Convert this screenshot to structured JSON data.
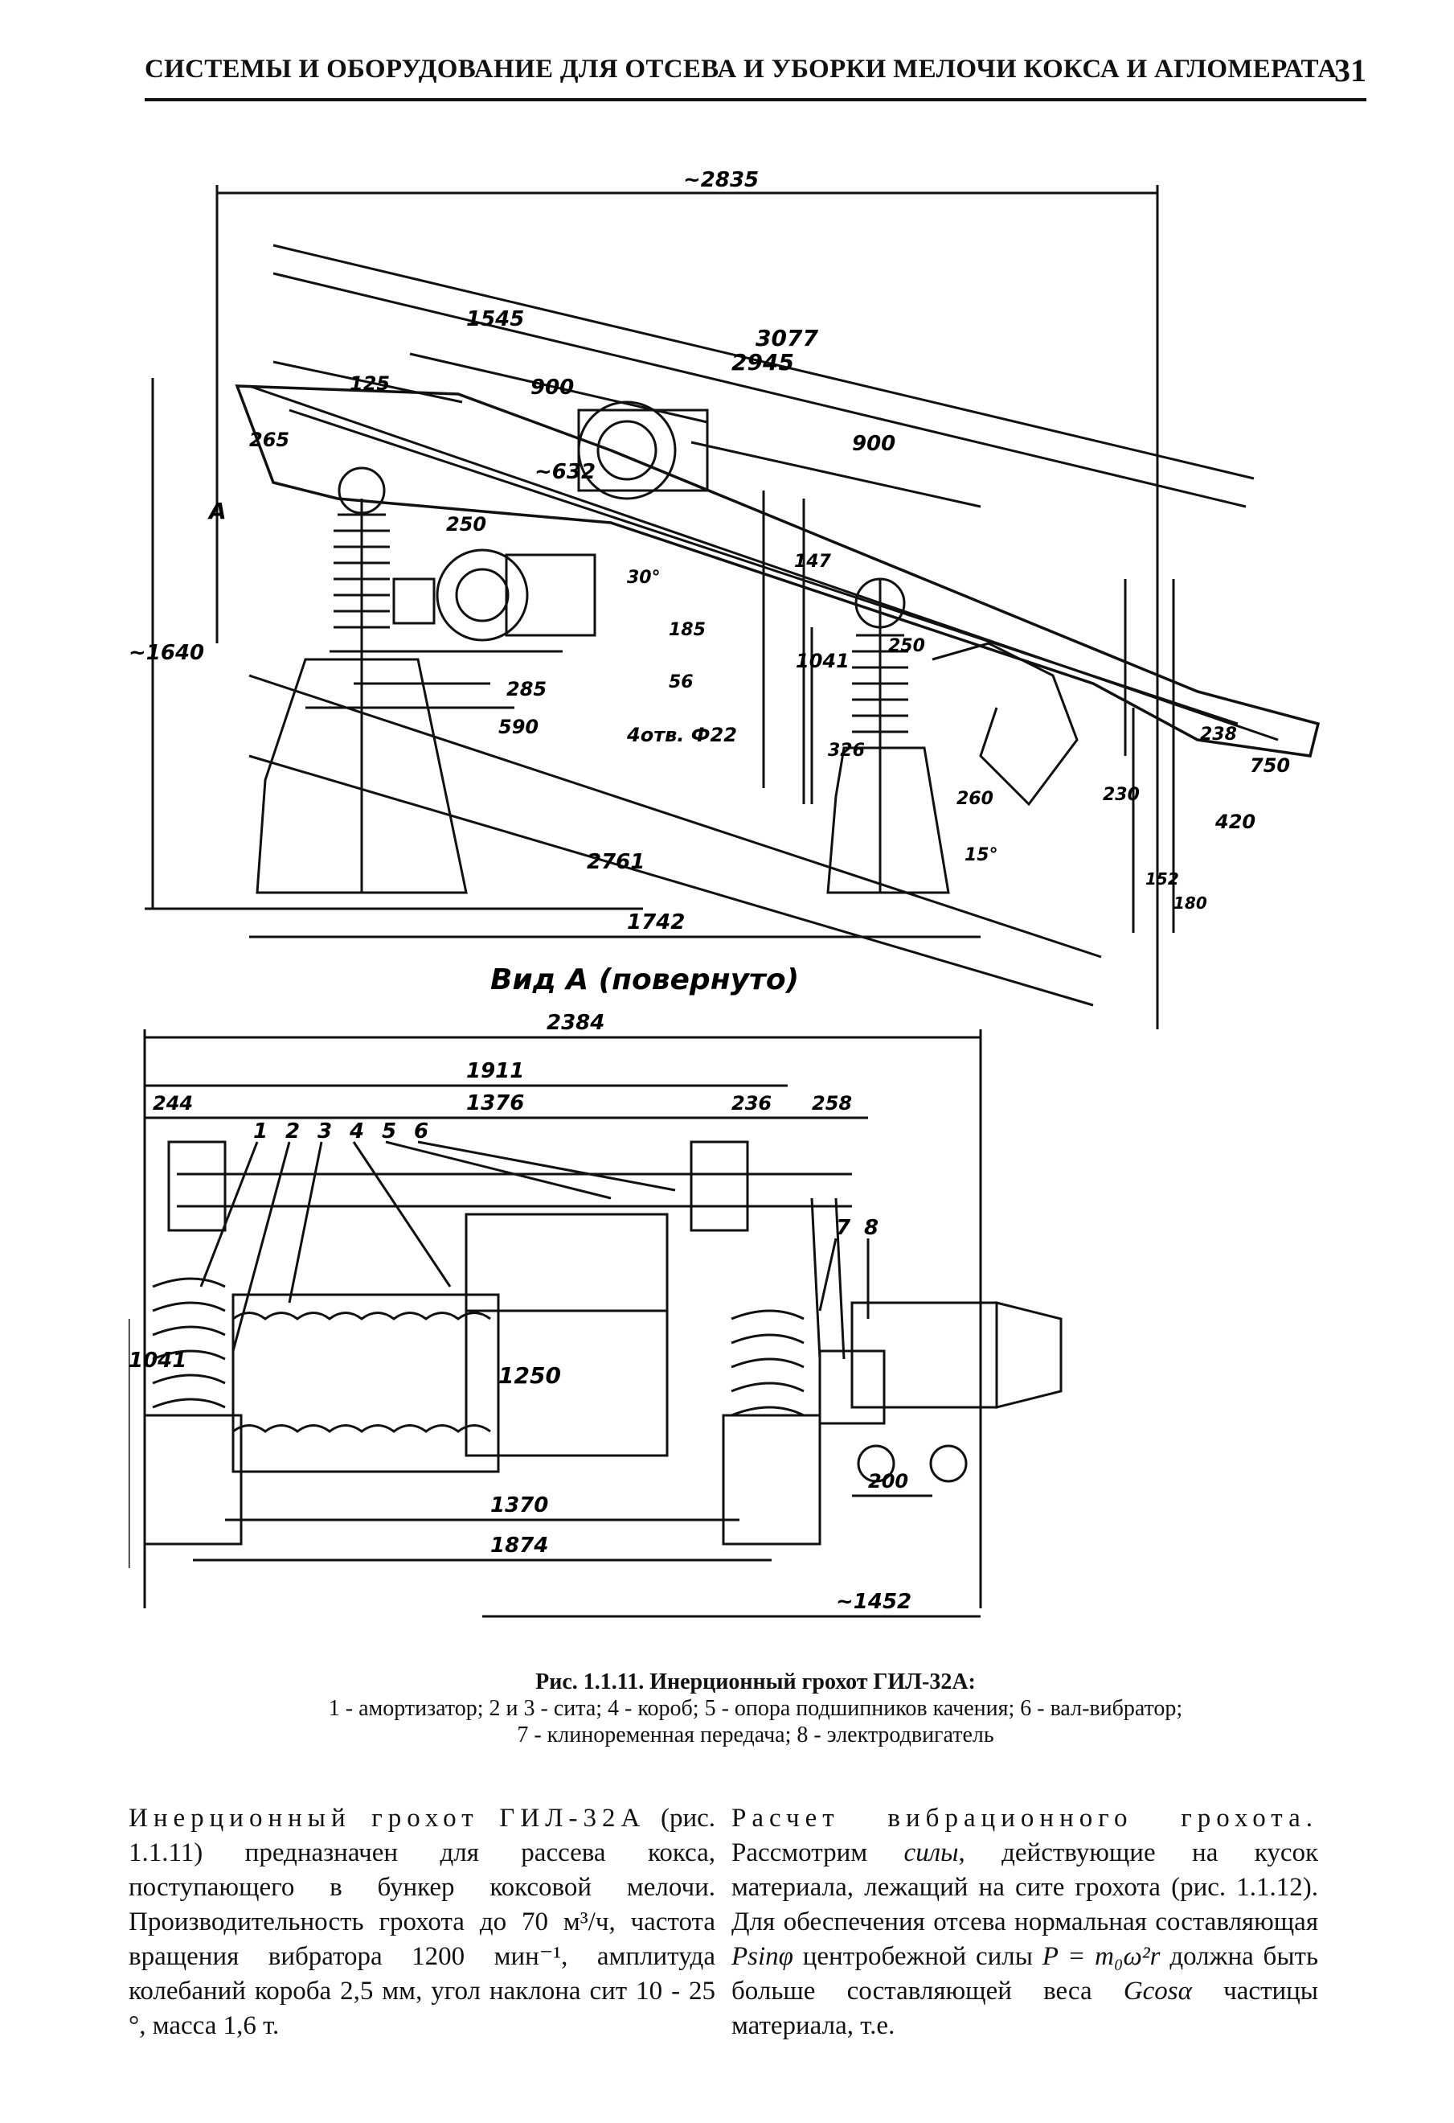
{
  "header": {
    "title": "СИСТЕМЫ И ОБОРУДОВАНИЕ ДЛЯ ОТСЕВА И УБОРКИ МЕЛОЧИ КОКСА И АГЛОМЕРАТА",
    "page_number": "31"
  },
  "figure": {
    "top_view": {
      "dims": {
        "overall_2835": "~2835",
        "d3077": "3077",
        "d2945": "2945",
        "d1545": "1545",
        "d900a": "900",
        "d900b": "900",
        "d632": "~632",
        "d125": "125",
        "d265": "265",
        "d250a": "250",
        "d30deg": "30°",
        "d147": "147",
        "d185": "185",
        "d56": "56",
        "d285": "285",
        "d590": "590",
        "holes": "4отв. Ф22",
        "d1041": "1041",
        "d250b": "250",
        "d326": "326",
        "d260": "260",
        "d15deg": "15°",
        "d238": "238",
        "d750": "750",
        "d230": "230",
        "d420": "420",
        "d152": "152",
        "d180": "180",
        "d1640": "~1640",
        "d2761": "2761",
        "d1742": "1742",
        "arrow_a": "A"
      },
      "view_label": "Вид А (повернуто)"
    },
    "bottom_view": {
      "dims": {
        "d2384": "2384",
        "d1911": "1911",
        "d244": "244",
        "d1376": "1376",
        "d236": "236",
        "d258": "258",
        "d1041": "1041",
        "d1250": "1250",
        "d200": "200",
        "d1370": "1370",
        "d1874": "1874",
        "d1452": "~1452"
      },
      "callouts": [
        "1",
        "2",
        "3",
        "4",
        "5",
        "6",
        "7",
        "8"
      ]
    }
  },
  "caption": {
    "title": "Рис. 1.1.11. Инерционный грохот ГИЛ-32А:",
    "line1": "1 - амортизатор; 2 и 3 - сита; 4 - короб; 5 - опора подшипников качения; 6 - вал-вибратор;",
    "line2": "7 - клиноременная передача; 8 - электродвигатель"
  },
  "left_column": {
    "lead": "Инерционный грохот ГИЛ-32А",
    "body": "(рис. 1.1.11) предназначен для рассева кокса, поступающего в бункер коксовой мелочи. Производительность грохота до 70 м³/ч, частота вращения вибратора 1200 мин⁻¹, амплитуда колебаний короба 2,5 мм, угол наклона сит 10 - 25 °, масса 1,6 т."
  },
  "right_column": {
    "lead": "Расчет вибрационного грохота.",
    "text1": "Рассмотрим ",
    "sily": "силы",
    "text2": ", действующие на кусок материала, лежащий на сите грохота (рис. 1.1.12). Для обеспечения отсева нормальная составляющая ",
    "psin": "Psinφ",
    "text3": " центробежной силы ",
    "formula": "P = m₀ω²r",
    "text4": " должна быть больше составляющей веса ",
    "gcos": "Gcosα",
    "text5": " частицы материала, т.е."
  }
}
